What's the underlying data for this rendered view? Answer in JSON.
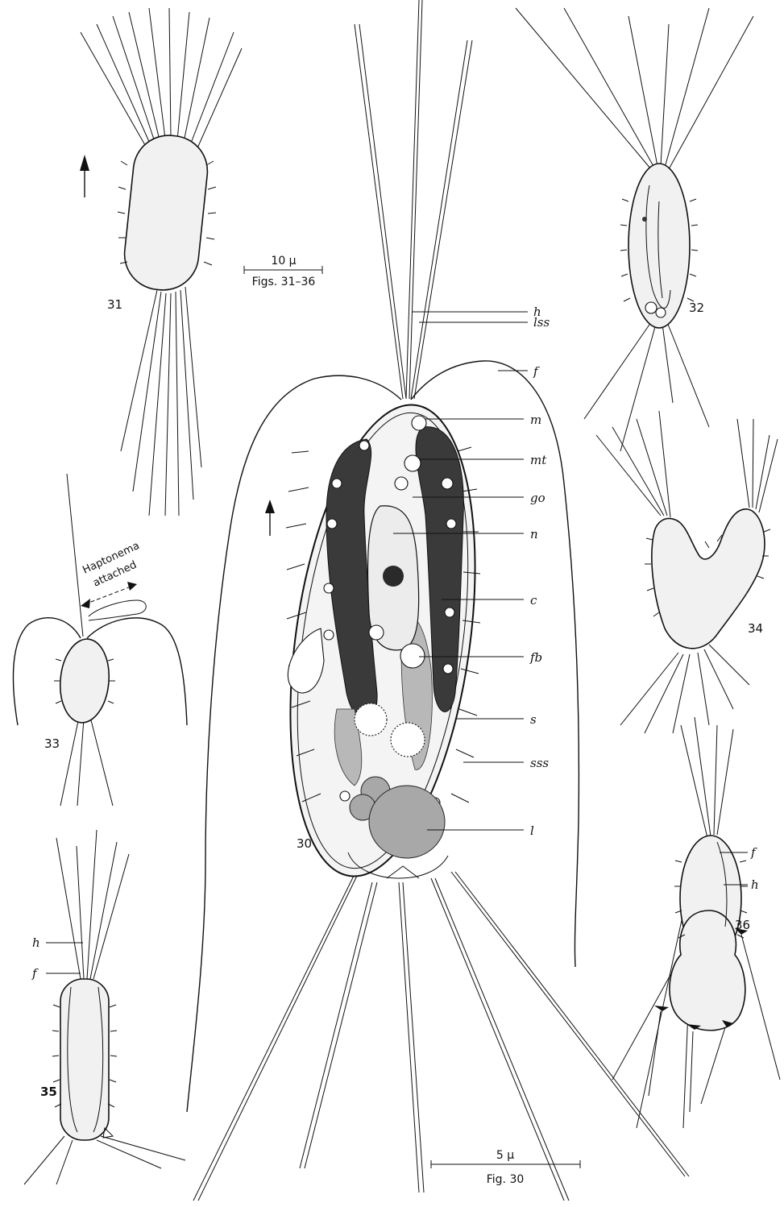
{
  "figure_numbers": {
    "fig30": "30",
    "fig31": "31",
    "fig32": "32",
    "fig33": "33",
    "fig34": "34",
    "fig35": "35",
    "fig36": "36"
  },
  "scale_bars": {
    "small": {
      "value": "10 μ",
      "caption": "Figs. 31–36"
    },
    "large": {
      "value": "5 μ",
      "caption": "Fig. 30"
    }
  },
  "fig30_labels": {
    "h": "h",
    "lss": "lss",
    "f": "f",
    "m": "m",
    "mt": "mt",
    "go": "go",
    "n": "n",
    "c": "c",
    "fb": "fb",
    "s": "s",
    "sss": "sss",
    "l": "l"
  },
  "fig33_note": {
    "line1": "Haptonema",
    "line2": "attached"
  },
  "fig35_labels": {
    "h": "h",
    "f": "f"
  },
  "fig36_labels": {
    "f": "f",
    "h": "h"
  },
  "icons": [
    "direction-arrow-icon",
    "direction-arrow-icon",
    "double-headed-dashed-arrow-icon"
  ]
}
